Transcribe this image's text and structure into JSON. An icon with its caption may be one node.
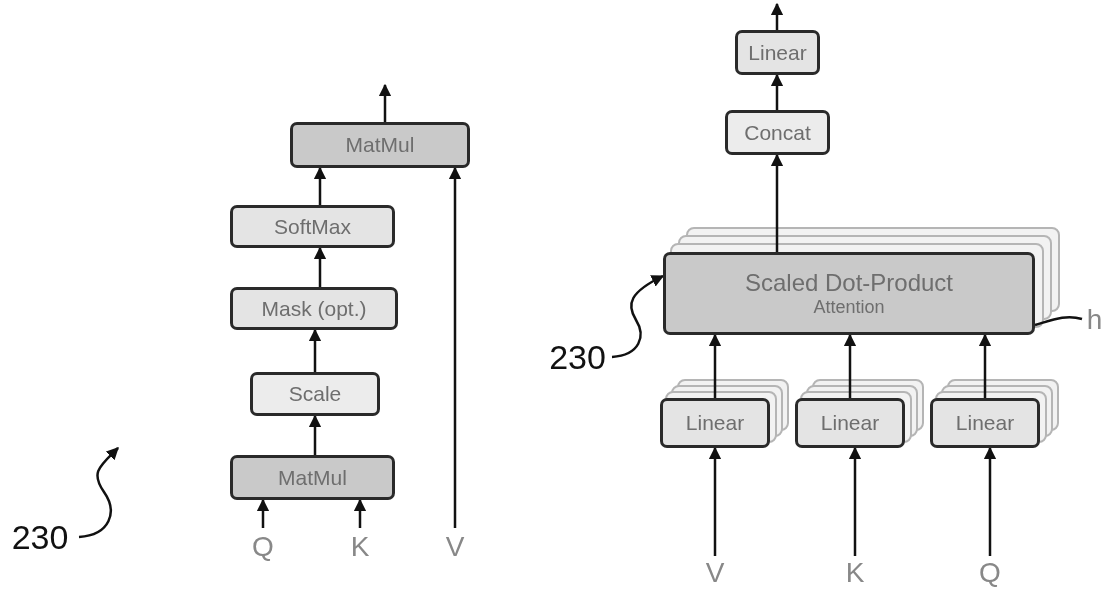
{
  "diagram": {
    "nodes": [
      {
        "text": [
          "MatMul"
        ]
      },
      {
        "text": [
          "SoftMax"
        ]
      },
      {
        "text": [
          "Mask (opt.)"
        ]
      },
      {
        "text": [
          "Scale"
        ]
      },
      {
        "text": [
          "MatMul"
        ]
      },
      {
        "text": [
          "Q"
        ]
      },
      {
        "text": [
          "K"
        ]
      },
      {
        "text": [
          "V"
        ]
      },
      {
        "text": [
          "230"
        ]
      },
      {
        "text": [
          "Linear"
        ]
      },
      {
        "text": [
          "Concat"
        ]
      },
      {
        "text": [
          "Scaled Dot-Product",
          "Attention"
        ]
      },
      {
        "text": [
          "h"
        ]
      },
      {
        "text": [
          "Linear"
        ]
      },
      {
        "text": [
          "Linear"
        ]
      },
      {
        "text": [
          "Linear"
        ]
      },
      {
        "text": [
          "V"
        ]
      },
      {
        "text": [
          "K"
        ]
      },
      {
        "text": [
          "Q"
        ]
      },
      {
        "text": [
          "230"
        ]
      }
    ],
    "edges": [
      {
        "from": 0,
        "to": null,
        "arrow": "to"
      },
      {
        "from": 1,
        "to": 0,
        "arrow": "to"
      },
      {
        "from": 2,
        "to": 1,
        "arrow": "to"
      },
      {
        "from": 3,
        "to": 2,
        "arrow": "to"
      },
      {
        "from": 4,
        "to": 3,
        "arrow": "to"
      },
      {
        "from": 5,
        "to": 4,
        "arrow": "to"
      },
      {
        "from": 6,
        "to": 4,
        "arrow": "to"
      },
      {
        "from": 7,
        "to": 0,
        "arrow": "to"
      },
      {
        "from": 8,
        "to": null,
        "arrow": "to"
      },
      {
        "from": 9,
        "to": null,
        "arrow": "to"
      },
      {
        "from": 10,
        "to": 9,
        "arrow": "to"
      },
      {
        "from": 11,
        "to": 10,
        "arrow": "to"
      },
      {
        "from": 13,
        "to": 11,
        "arrow": "to"
      },
      {
        "from": 14,
        "to": 11,
        "arrow": "to"
      },
      {
        "from": 15,
        "to": 11,
        "arrow": "to"
      },
      {
        "from": 16,
        "to": 13,
        "arrow": "to"
      },
      {
        "from": 17,
        "to": 14,
        "arrow": "to"
      },
      {
        "from": 18,
        "to": 15,
        "arrow": "to"
      },
      {
        "from": 12,
        "to": 11,
        "arrow": "none"
      },
      {
        "from": 19,
        "to": 11,
        "arrow": "to"
      }
    ]
  }
}
